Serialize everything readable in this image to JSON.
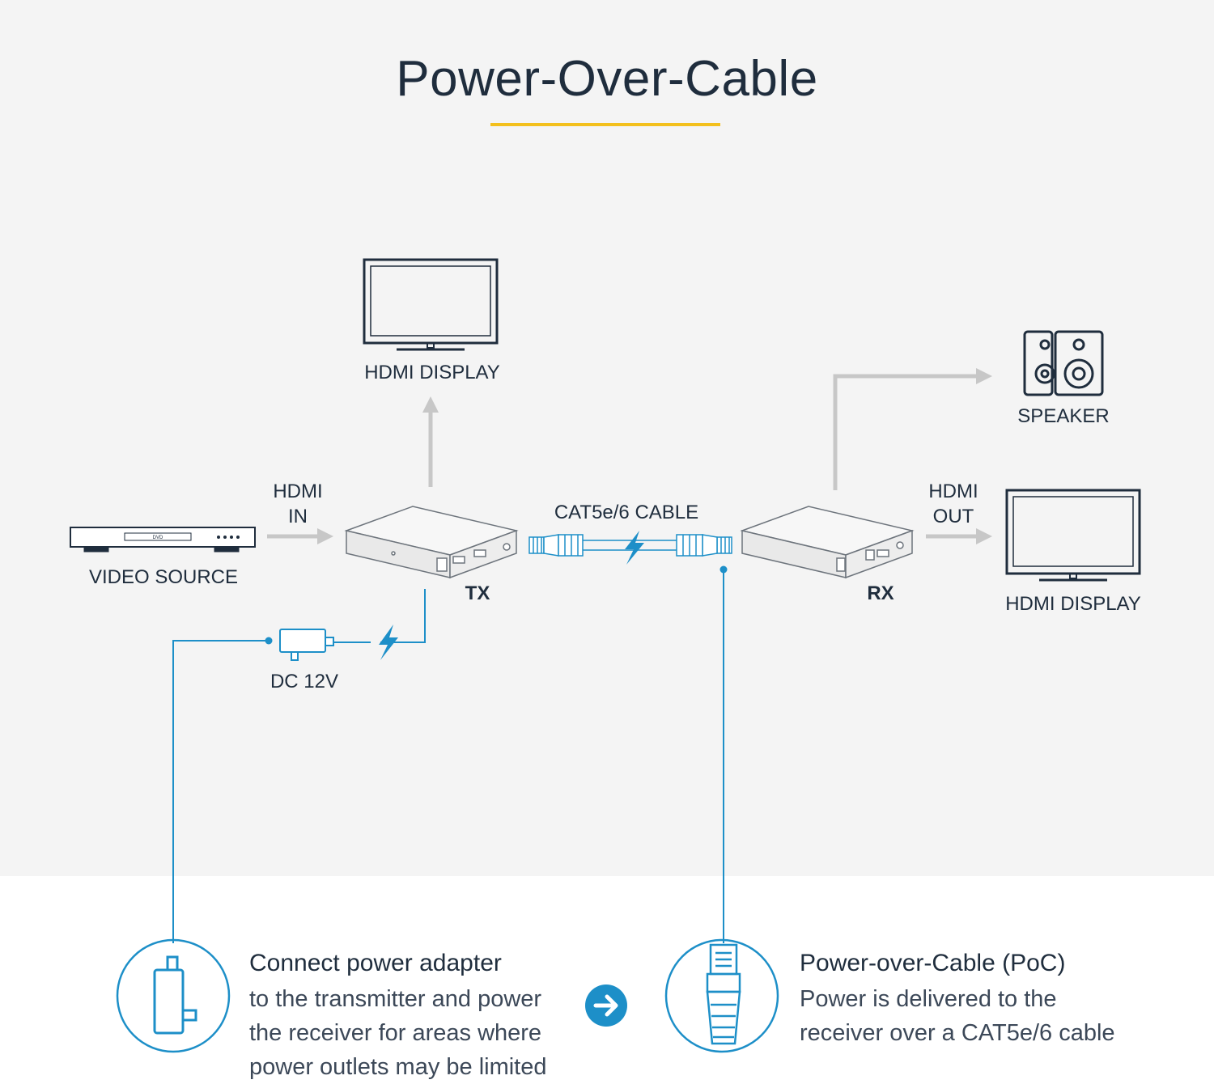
{
  "title": "Power-Over-Cable",
  "colors": {
    "accent_yellow": "#f3c01d",
    "accent_blue": "#1d8fc8",
    "arrow_grey": "#c7c7c7",
    "text_dark": "#1f2d3d"
  },
  "labels": {
    "hdmi_display_top": "HDMI DISPLAY",
    "speaker": "SPEAKER",
    "hdmi_in_line1": "HDMI",
    "hdmi_in_line2": "IN",
    "cable": "CAT5e/6 CABLE",
    "hdmi_out_line1": "HDMI",
    "hdmi_out_line2": "OUT",
    "video_source": "VIDEO SOURCE",
    "dvd": "DVD",
    "tx": "TX",
    "rx": "RX",
    "hdmi_display_right": "HDMI DISPLAY",
    "dc": "DC 12V"
  },
  "bottom": {
    "left": {
      "icon": "power-adapter-icon",
      "heading": "Connect power adapter",
      "lines": [
        "to the transmitter and power",
        "the receiver for areas where",
        "power outlets may be limited"
      ]
    },
    "arrow_icon": "arrow-right-circle-icon",
    "right": {
      "icon": "rj45-plug-icon",
      "heading": "Power-over-Cable (PoC)",
      "lines": [
        "Power is delivered to the",
        "receiver over a CAT5e/6 cable"
      ]
    }
  }
}
